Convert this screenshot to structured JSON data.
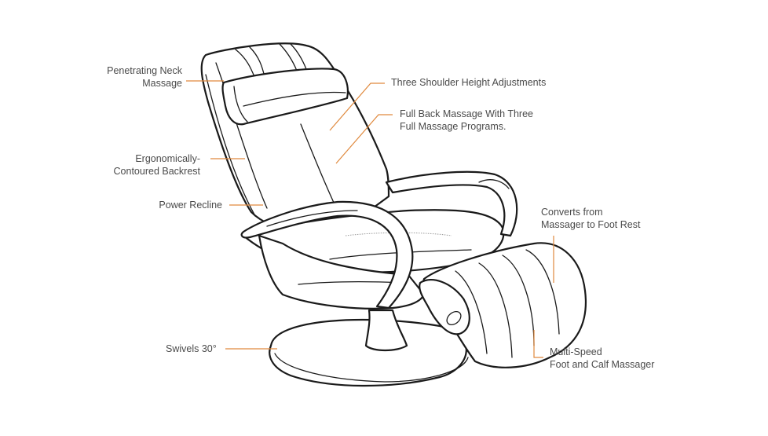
{
  "diagram": {
    "subject": "Massage recliner chair line drawing",
    "leader_color": "#e0893d",
    "line_color": "#1a1a1a",
    "text_color": "#4a4a4a",
    "callouts": [
      {
        "id": "neck",
        "lines": [
          "Penetrating Neck",
          "Massage"
        ]
      },
      {
        "id": "shoulder",
        "lines": [
          "Three Shoulder Height Adjustments"
        ]
      },
      {
        "id": "back",
        "lines": [
          "Full Back Massage With Three",
          "Full Massage Programs."
        ]
      },
      {
        "id": "backrest",
        "lines": [
          "Ergonomically-",
          "Contoured Backrest"
        ]
      },
      {
        "id": "recline",
        "lines": [
          "Power Recline"
        ]
      },
      {
        "id": "footrest",
        "lines": [
          "Converts from",
          "Massager to Foot Rest"
        ]
      },
      {
        "id": "calf",
        "lines": [
          "Multi-Speed",
          "Foot and Calf Massager"
        ]
      },
      {
        "id": "swivel",
        "lines": [
          "Swivels 30°"
        ]
      }
    ]
  }
}
